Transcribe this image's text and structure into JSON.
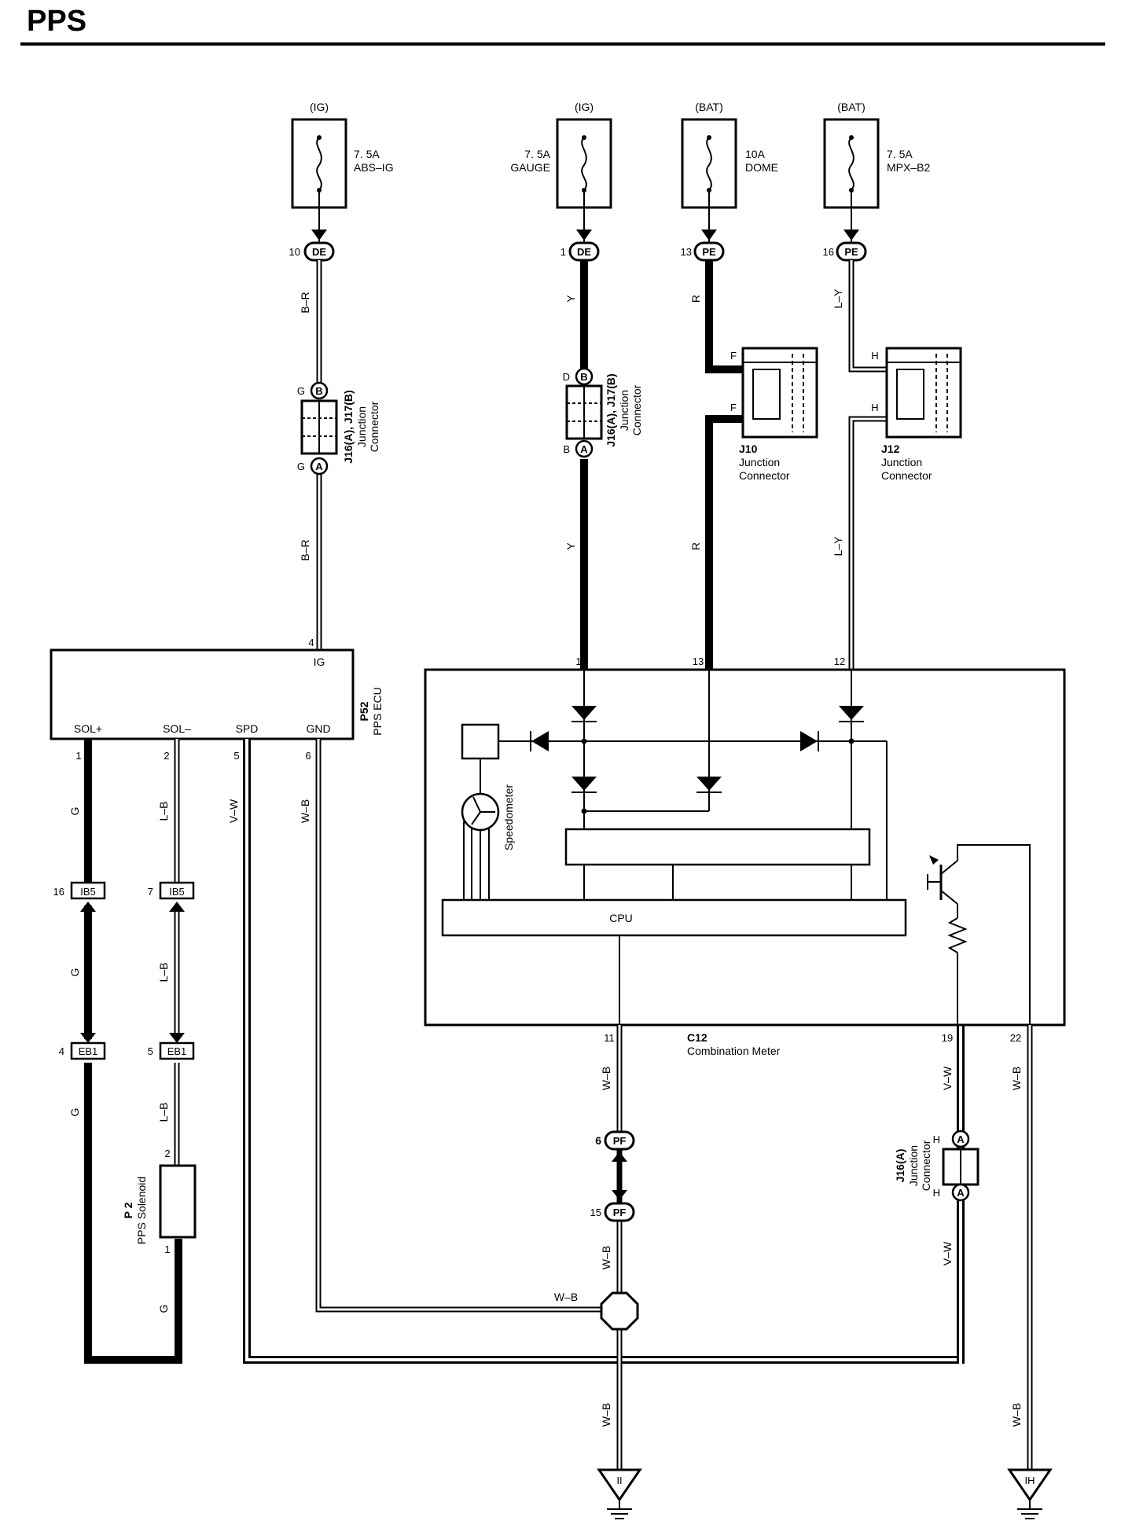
{
  "title": "PPS",
  "fuses": [
    {
      "source": "(IG)",
      "rating": "7. 5A",
      "name": "ABS–IG"
    },
    {
      "source": "(IG)",
      "rating": "7. 5A",
      "name": "GAUGE"
    },
    {
      "source": "(BAT)",
      "rating": "10A",
      "name": "DOME"
    },
    {
      "source": "(BAT)",
      "rating": "7. 5A",
      "name": "MPX–B2"
    }
  ],
  "connectors": {
    "de1": {
      "pin": "10",
      "code": "DE"
    },
    "de2": {
      "pin": "1",
      "code": "DE"
    },
    "pe1": {
      "pin": "13",
      "code": "PE"
    },
    "pe2": {
      "pin": "16",
      "code": "PE"
    },
    "ib5a": {
      "pin": "16",
      "code": "IB5"
    },
    "ib5b": {
      "pin": "7",
      "code": "IB5"
    },
    "eb1a": {
      "pin": "4",
      "code": "EB1"
    },
    "eb1b": {
      "pin": "5",
      "code": "EB1"
    },
    "pf1": {
      "pin": "6",
      "code": "PF"
    },
    "pf2": {
      "pin": "15",
      "code": "PF"
    }
  },
  "junctions": {
    "j16_left": {
      "name": "J16(A), J17(B)",
      "desc1": "Junction",
      "desc2": "Connector",
      "top_pin": "G",
      "top_tag": "B",
      "bottom_pin": "G",
      "bottom_tag": "A"
    },
    "j16_mid": {
      "name": "J16(A), J17(B)",
      "desc1": "Junction",
      "desc2": "Connector",
      "top_pin": "D",
      "top_tag": "B",
      "bottom_pin": "B",
      "bottom_tag": "A"
    },
    "j10": {
      "name": "J10",
      "desc1": "Junction",
      "desc2": "Connector",
      "pin_top": "F",
      "pin_bottom": "F"
    },
    "j12": {
      "name": "J12",
      "desc1": "Junction",
      "desc2": "Connector",
      "pin_top": "H",
      "pin_bottom": "H"
    },
    "j16_right": {
      "name": "J16(A)",
      "desc1": "Junction",
      "desc2": "Connector",
      "top_pin": "H",
      "top_tag": "A",
      "bottom_pin": "H",
      "bottom_tag": "A"
    }
  },
  "ecu": {
    "code": "P52",
    "name": "PPS ECU",
    "ig_pin": "4",
    "ig_label": "IG",
    "terminals": [
      {
        "pin": "1",
        "label": "SOL+"
      },
      {
        "pin": "2",
        "label": "SOL–"
      },
      {
        "pin": "5",
        "label": "SPD"
      },
      {
        "pin": "6",
        "label": "GND"
      }
    ]
  },
  "meter": {
    "code": "C12",
    "name": "Combination Meter",
    "cpu_label": "CPU",
    "speedometer_label": "Speedometer",
    "top_pins": [
      "1",
      "13",
      "12"
    ],
    "bottom_pins": [
      "11",
      "19",
      "22"
    ]
  },
  "solenoid": {
    "code": "P 2",
    "name": "PPS Solenoid",
    "pin_top": "2",
    "pin_bottom": "1"
  },
  "wires": {
    "br_upper": "B–R",
    "br_lower": "B–R",
    "y_upper": "Y",
    "y_lower": "Y",
    "r_upper": "R",
    "r_lower": "R",
    "ly_upper": "L–Y",
    "ly_lower": "L–Y",
    "g1": "G",
    "g2": "G",
    "g3": "G",
    "g4": "G",
    "lb1": "L–B",
    "lb2": "L–B",
    "lb3": "L–B",
    "vw_spd": "V–W",
    "wb_gnd": "W–B",
    "wb_11": "W–B",
    "wb_pf": "W–B",
    "wb_splice": "W–B",
    "wb_gnd_ii": "W–B",
    "vw_19_upper": "V–W",
    "vw_19_lower": "V–W",
    "wb_22_upper": "W–B",
    "wb_22_lower": "W–B"
  },
  "grounds": {
    "left": "II",
    "right": "IH"
  }
}
